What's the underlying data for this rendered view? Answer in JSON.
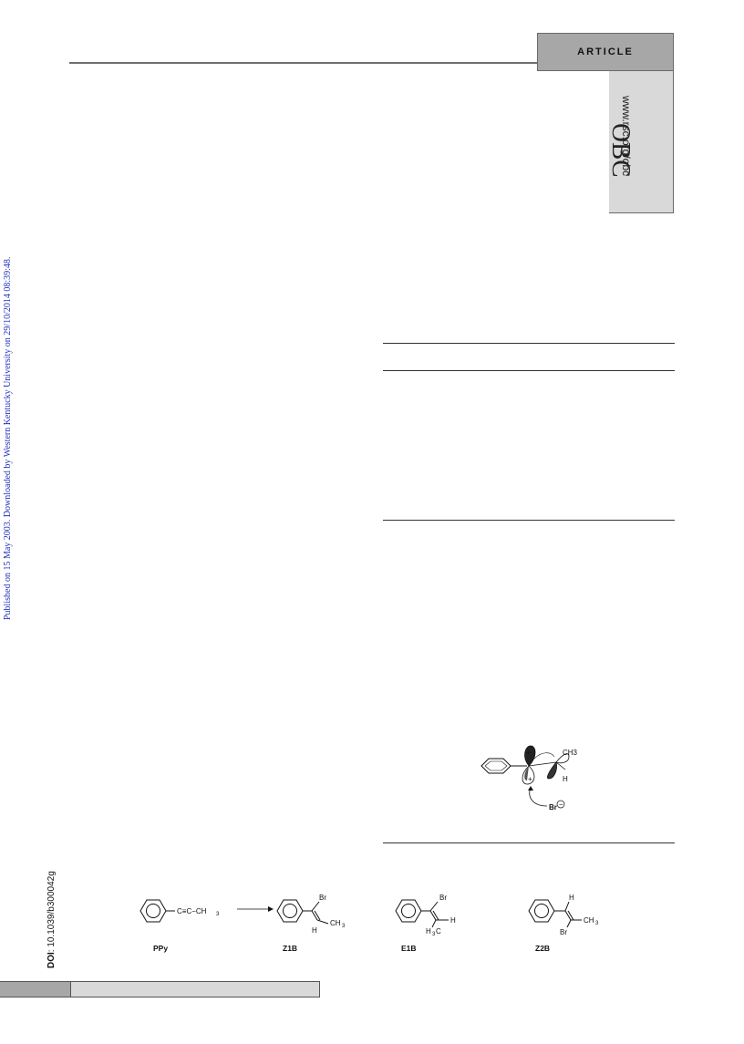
{
  "header": {
    "section_tab": "ARTICLE",
    "journal_abbrev": "OBC",
    "journal_url": "www.rsc.org/obc"
  },
  "sidebar": {
    "published_note": "Published on 15 May 2003. Downloaded by Western Kentucky University on 29/10/2014 08:39:48.",
    "doi_label": "DOI",
    "doi_value": ": 10.1039/b300042g"
  },
  "figure_orbital": {
    "labels": {
      "plus_top": "+",
      "plus_bottom": "+",
      "ch3": "CH3",
      "h": "H",
      "nucleophile": "Br",
      "charge": "−"
    }
  },
  "scheme": {
    "compounds": [
      {
        "id": "PPy",
        "substituent_text": "C≡C−CH",
        "sub": "3"
      },
      {
        "id": "Z1B",
        "top": "Br",
        "left": "H",
        "right": "CH",
        "sub": "3"
      },
      {
        "id": "E1B",
        "top": "Br",
        "left": "H",
        "lsub": "3",
        "leftpre": "C",
        "right": "H"
      },
      {
        "id": "Z2B",
        "top": "H",
        "left": "Br",
        "right": "CH",
        "sub": "3"
      }
    ]
  }
}
